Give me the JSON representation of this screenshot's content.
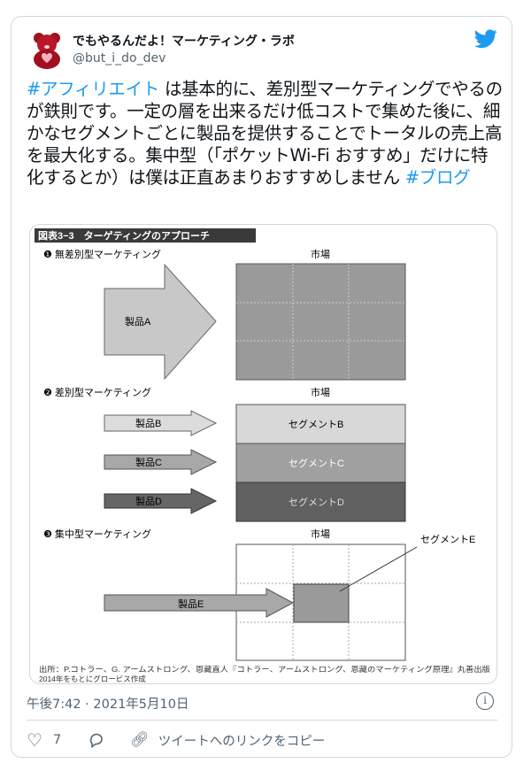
{
  "author": {
    "name": "でもやるんだよ！マーケティング・ラボ",
    "handle": "@but_i_do_dev"
  },
  "tweet": {
    "hashtag1": "#アフィリエイト",
    "body": " は基本的に、差別型マーケティングでやるのが鉄則です。一定の層を出来るだけ低コストで集めた後に、細かなセグメントごとに製品を提供することでトータルの売上高を最大化する。集中型（「ポケットWi-Fi おすすめ」だけに特化するとか）は僕は正直あまりおすすめしません ",
    "hashtag2": "#ブログ"
  },
  "figure": {
    "title": "図表3−3　ターゲティングのアプローチ",
    "s1": "❶ 無差別型マーケティング",
    "s2": "❷ 差別型マーケティング",
    "s3": "❸ 集中型マーケティング",
    "market": "市場",
    "productA": "製品A",
    "productB": "製品B",
    "productC": "製品C",
    "productD": "製品D",
    "productE": "製品E",
    "segB": "セグメントB",
    "segC": "セグメントC",
    "segD": "セグメントD",
    "segE": "セグメントE",
    "source1": "出所：P.コトラー、G. アームストロング、恩藏直人『コトラー、アームストロング、恩藏のマーケティング原理』丸善出版",
    "source2": "2014年をもとにグロービス作成"
  },
  "timestamp": "午後7:42 · 2021年5月10日",
  "actions": {
    "likes": "7",
    "copy_link": "ツイートへのリンクをコピー"
  },
  "colors": {
    "accent": "#1d9bf0"
  }
}
